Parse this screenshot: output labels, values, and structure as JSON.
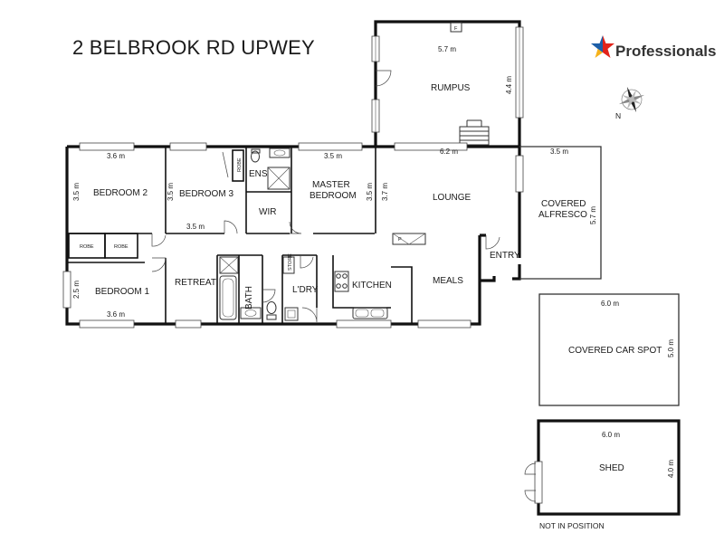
{
  "title": "2 BELBROOK RD UPWEY",
  "brand": {
    "name": "Professionals",
    "colors": {
      "red": "#e2231a",
      "blue": "#1d5fa8",
      "yellow": "#f6b21a",
      "text": "#333333"
    }
  },
  "compass": {
    "label": "N"
  },
  "rooms": {
    "rumpus": "RUMPUS",
    "bedroom2": "BEDROOM 2",
    "bedroom3": "BEDROOM 3",
    "ens": "ENS",
    "wir": "WIR",
    "master_line1": "MASTER",
    "master_line2": "BEDROOM",
    "lounge": "LOUNGE",
    "covered_alfresco_line1": "COVERED",
    "covered_alfresco_line2": "ALFRESCO",
    "robe_a": "ROBE",
    "robe_b": "ROBE",
    "robe_c": "ROBE",
    "bedroom1": "BEDROOM 1",
    "retreat": "RETREAT",
    "bath": "BATH",
    "ldry": "L'DRY",
    "kitchen": "KITCHEN",
    "meals": "MEALS",
    "entry": "ENTRY",
    "covered_car_spot": "COVERED CAR SPOT",
    "shed": "SHED",
    "pantry_mark": "P",
    "rumpus_mark": "F",
    "store": "STORE"
  },
  "dimensions": {
    "rumpus_w": "5.7 m",
    "rumpus_h": "4.4 m",
    "bed2_w": "3.6 m",
    "bed2_h": "3.5 m",
    "bed3_h": "3.5 m",
    "bed3_w": "3.5 m",
    "master_w": "3.5 m",
    "master_h": "3.5 m",
    "lounge_h": "3.7 m",
    "lounge_w": "6.2 m",
    "alfresco_w": "3.5 m",
    "alfresco_h": "5.7 m",
    "bed1_h": "2.5 m",
    "bed1_w": "3.6 m",
    "car_w": "6.0 m",
    "car_h": "5.0 m",
    "shed_w": "6.0 m",
    "shed_h": "4.0 m"
  },
  "note": "NOT IN POSITION"
}
